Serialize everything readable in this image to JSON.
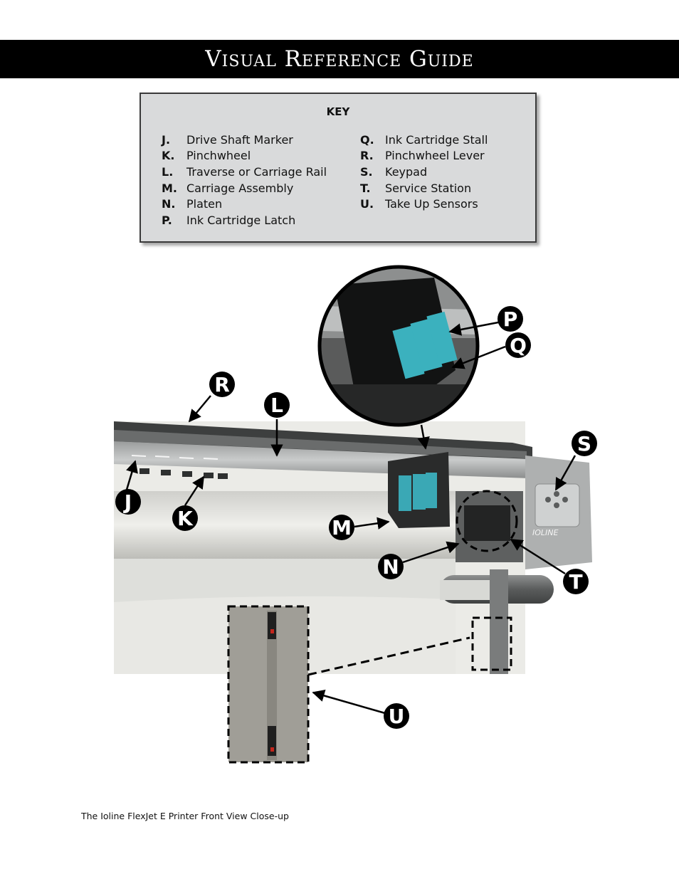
{
  "title": "Visual Reference Guide",
  "key": {
    "heading": "KEY",
    "left_items": [
      {
        "letter": "J.",
        "label": "Drive Shaft Marker"
      },
      {
        "letter": "K.",
        "label": "Pinchwheel"
      },
      {
        "letter": "L.",
        "label": "Traverse or Carriage Rail"
      },
      {
        "letter": "M.",
        "label": "Carriage Assembly"
      },
      {
        "letter": "N.",
        "label": "Platen"
      },
      {
        "letter": "P.",
        "label": "Ink Cartridge Latch"
      }
    ],
    "right_items": [
      {
        "letter": "Q.",
        "label": "Ink Cartridge Stall"
      },
      {
        "letter": "R.",
        "label": "Pinchwheel Lever"
      },
      {
        "letter": "S.",
        "label": "Keypad"
      },
      {
        "letter": "T.",
        "label": "Service Station"
      },
      {
        "letter": "U.",
        "label": "Take Up Sensors"
      }
    ]
  },
  "callouts": {
    "p": "P",
    "q": "Q",
    "r": "R",
    "l": "L",
    "s": "S",
    "j": "J",
    "k": "K",
    "m": "M",
    "n": "N",
    "t": "T",
    "u": "U"
  },
  "printer_logo": "IOLINE",
  "footer": "The Ioline FlexJet E Printer Front View Close-up"
}
